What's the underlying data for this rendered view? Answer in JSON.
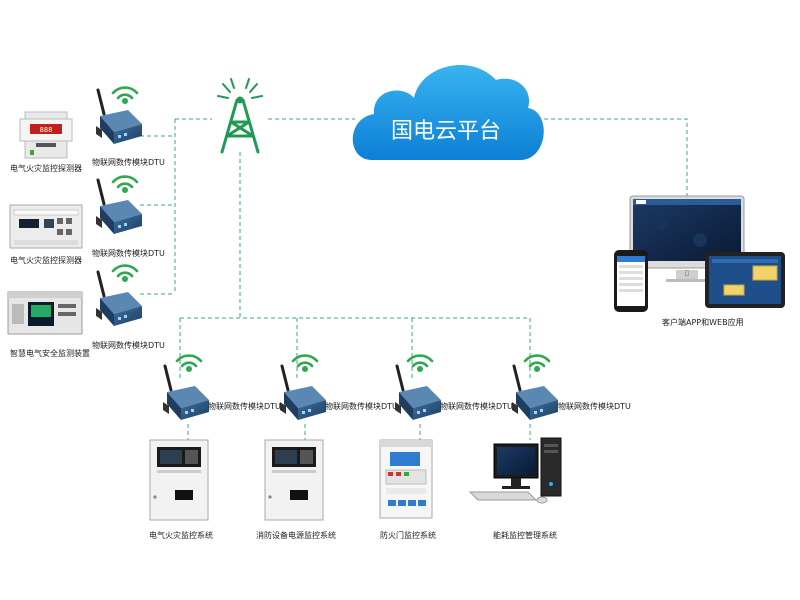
{
  "cloud": {
    "label": "国电云平台"
  },
  "colors": {
    "line": "#3aa87a",
    "cloud": "#1a8fde",
    "wifi": "#2fa84f",
    "tower": "#1f9a55"
  },
  "left_devices": [
    {
      "device_label": "电气火灾监控探测器",
      "dtu_label": "物联网数传模块DTU",
      "icon": "electrical-fire-detector"
    },
    {
      "device_label": "电气火灾监控探测器",
      "dtu_label": "物联网数传模块DTU",
      "icon": "electrical-fire-detector-wide"
    },
    {
      "device_label": "智慧电气安全监测装置",
      "dtu_label": "物联网数传模块DTU",
      "icon": "smart-electrical-monitor"
    }
  ],
  "bottom_systems": [
    {
      "system_label": "电气火灾监控系统",
      "dtu_label": "物联网数传模块DTU",
      "icon": "fire-control-cabinet"
    },
    {
      "system_label": "消防设备电源监控系统",
      "dtu_label": "物联网数传模块DTU",
      "icon": "power-monitor-cabinet"
    },
    {
      "system_label": "防火门监控系统",
      "dtu_label": "物联网数传模块DTU",
      "icon": "fire-door-panel"
    },
    {
      "system_label": "能耗监控管理系统",
      "dtu_label": "物联网数传模块DTU",
      "icon": "pc-workstation"
    }
  ],
  "client": {
    "label": "客户端APP和WEB应用"
  }
}
